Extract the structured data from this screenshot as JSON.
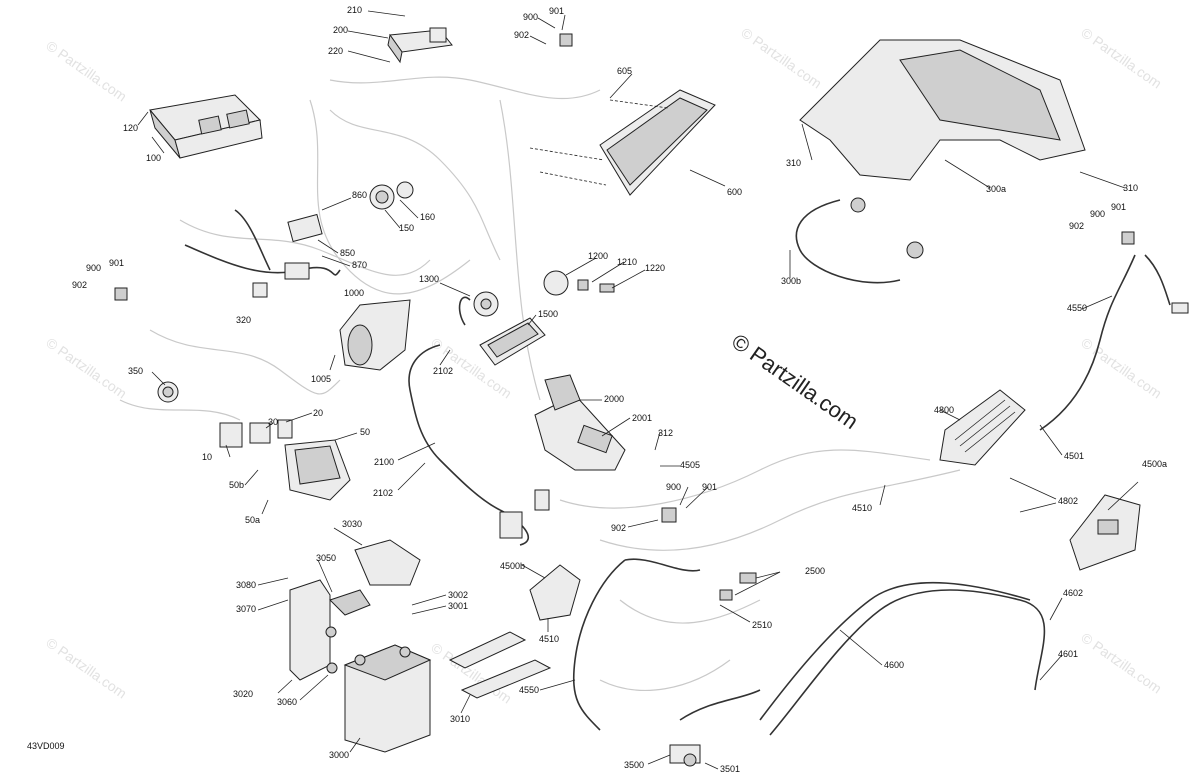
{
  "diagram_code": "43VD009",
  "watermark_small": "© Partzilla.com",
  "watermark_big": "© Partzilla.com",
  "labels": {
    "p100": "100",
    "p120": "120",
    "p200": "200",
    "p210": "210",
    "p220": "220",
    "p900a": "900",
    "p901a": "901",
    "p902a": "902",
    "p605": "605",
    "p600": "600",
    "p310a": "310",
    "p310b": "310",
    "p300a": "300a",
    "p300b": "300b",
    "p900b": "900",
    "p901b": "901",
    "p902b": "902",
    "p4550a": "4550",
    "p860": "860",
    "p850": "850",
    "p870": "870",
    "p160": "160",
    "p150": "150",
    "p900c": "900",
    "p901c": "901",
    "p902c": "902",
    "p320": "320",
    "p1000": "1000",
    "p1005": "1005",
    "p1300": "1300",
    "p1200": "1200",
    "p1210": "1210",
    "p1220": "1220",
    "p1500": "1500",
    "p2102a": "2102",
    "p350": "350",
    "p30": "30",
    "p20": "20",
    "p50": "50",
    "p10": "10",
    "p2000": "2000",
    "p2001": "2001",
    "p312": "312",
    "p4505": "4505",
    "p2100": "2100",
    "p2102b": "2102",
    "p50b": "50b",
    "p50a": "50a",
    "p4800": "4800",
    "p4501": "4501",
    "p4500a": "4500a",
    "p4510a": "4510",
    "p4802": "4802",
    "p900d": "900",
    "p901d": "901",
    "p902d": "902",
    "p3030": "3030",
    "p3050": "3050",
    "p3080": "3080",
    "p3070": "3070",
    "p3002": "3002",
    "p3001": "3001",
    "p4500b": "4500b",
    "p2500": "2500",
    "p4510b": "4510",
    "p2510": "2510",
    "p4602": "4602",
    "p4600": "4600",
    "p4601": "4601",
    "p3020": "3020",
    "p3060": "3060",
    "p3010": "3010",
    "p4550b": "4550",
    "p3000": "3000",
    "p3500": "3500",
    "p3501": "3501"
  }
}
